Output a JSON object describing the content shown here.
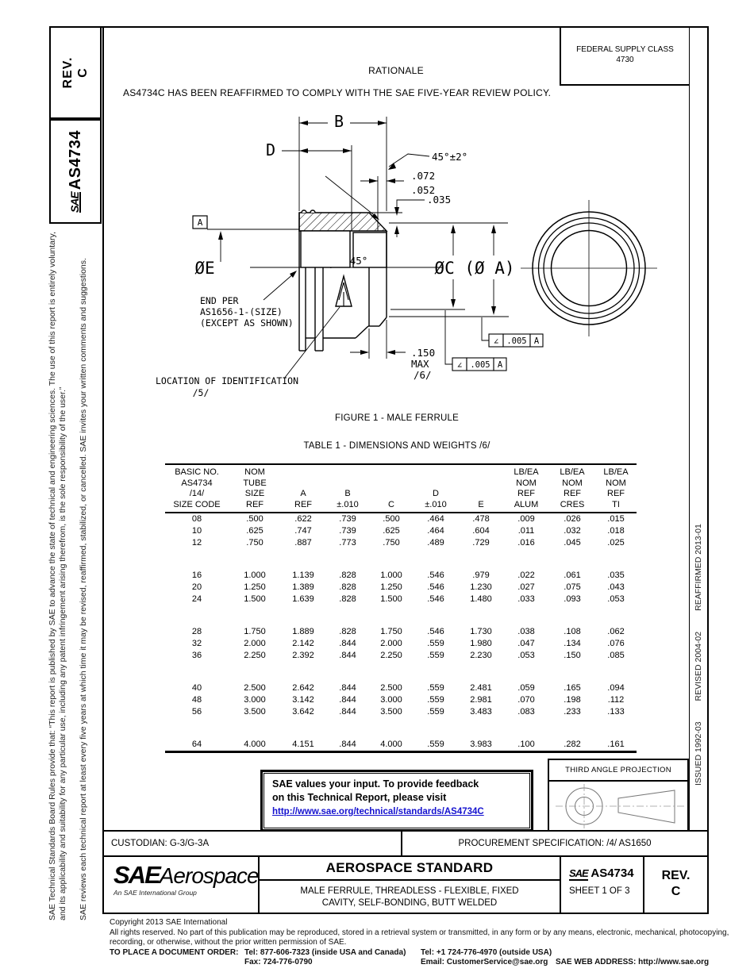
{
  "margins": {
    "rev_box": {
      "line1": "REV.",
      "line2": "C"
    },
    "doc_box": {
      "sae": "SAE",
      "number": "AS4734"
    },
    "sidebar": {
      "p1": "SAE Technical Standards Board Rules provide that: “This report is published by SAE to advance the state of technical and engineering sciences. The use of this report is entirely voluntary, and its applicability and suitability for any particular use, including any patent infringement arising therefrom, is the sole responsibility of the user.”",
      "p2": "SAE reviews each technical report at least every five years at which time it may be revised, reaffirmed, stabilized, or cancelled. SAE invites your written comments and suggestions."
    },
    "dates": {
      "issued": "ISSUED 1992-03",
      "revised": "REVISED 2004-02",
      "reaffirmed": "REAFFIRMED 2013-01"
    }
  },
  "header": {
    "fsc_label": "FEDERAL SUPPLY CLASS",
    "fsc_value": "4730",
    "rationale_title": "RATIONALE",
    "rationale_text": "AS4734C HAS BEEN REAFFIRMED TO COMPLY WITH THE SAE FIVE-YEAR REVIEW POLICY."
  },
  "drawing": {
    "figure_caption": "FIGURE 1 - MALE FERRULE",
    "dim_b": "B",
    "dim_d": "D",
    "angle_tol": "45°±2°",
    "dim_072": ".072",
    "dim_052": ".052",
    "dim_035": ".035",
    "datum_a": "A",
    "dia_e": "ØE",
    "dia_c": "ØC (Ø A)",
    "angle_45": "45°",
    "end_per_1": "END PER",
    "end_per_2": "AS1656-1-(SIZE)",
    "end_per_3": "(EXCEPT AS SHOWN)",
    "loc_id": "LOCATION OF IDENTIFICATION",
    "loc_id_note": "/5/",
    "dim_150": ".150",
    "dim_150_max": "MAX",
    "dim_150_note": "/6/",
    "fcf_symbol": "∠",
    "fcf_value": ".005",
    "fcf_datum": "A"
  },
  "table": {
    "caption": "TABLE 1 - DIMENSIONS AND WEIGHTS /6/",
    "headers": [
      "BASIC NO.\nAS4734\n/14/\nSIZE CODE",
      "NOM\nTUBE\nSIZE\nREF",
      "A\nREF",
      "B\n±.010",
      "C",
      "D\n±.010",
      "E",
      "LB/EA\nNOM\nREF\nALUM",
      "LB/EA\nNOM\nREF\nCRES",
      "LB/EA\nNOM\nREF\nTI"
    ],
    "groups": [
      [
        [
          "08",
          ".500",
          ".622",
          ".739",
          ".500",
          ".464",
          ".478",
          ".009",
          ".026",
          ".015"
        ],
        [
          "10",
          ".625",
          ".747",
          ".739",
          ".625",
          ".464",
          ".604",
          ".011",
          ".032",
          ".018"
        ],
        [
          "12",
          ".750",
          ".887",
          ".773",
          ".750",
          ".489",
          ".729",
          ".016",
          ".045",
          ".025"
        ]
      ],
      [
        [
          "16",
          "1.000",
          "1.139",
          ".828",
          "1.000",
          ".546",
          ".979",
          ".022",
          ".061",
          ".035"
        ],
        [
          "20",
          "1.250",
          "1.389",
          ".828",
          "1.250",
          ".546",
          "1.230",
          ".027",
          ".075",
          ".043"
        ],
        [
          "24",
          "1.500",
          "1.639",
          ".828",
          "1.500",
          ".546",
          "1.480",
          ".033",
          ".093",
          ".053"
        ]
      ],
      [
        [
          "28",
          "1.750",
          "1.889",
          ".828",
          "1.750",
          ".546",
          "1.730",
          ".038",
          ".108",
          ".062"
        ],
        [
          "32",
          "2.000",
          "2.142",
          ".844",
          "2.000",
          ".559",
          "1.980",
          ".047",
          ".134",
          ".076"
        ],
        [
          "36",
          "2.250",
          "2.392",
          ".844",
          "2.250",
          ".559",
          "2.230",
          ".053",
          ".150",
          ".085"
        ]
      ],
      [
        [
          "40",
          "2.500",
          "2.642",
          ".844",
          "2.500",
          ".559",
          "2.481",
          ".059",
          ".165",
          ".094"
        ],
        [
          "48",
          "3.000",
          "3.142",
          ".844",
          "3.000",
          ".559",
          "2.981",
          ".070",
          ".198",
          ".112"
        ],
        [
          "56",
          "3.500",
          "3.642",
          ".844",
          "3.500",
          ".559",
          "3.483",
          ".083",
          ".233",
          ".133"
        ]
      ],
      [
        [
          "64",
          "4.000",
          "4.151",
          ".844",
          "4.000",
          ".559",
          "3.983",
          ".100",
          ".282",
          ".161"
        ]
      ]
    ]
  },
  "feedback": {
    "line1": "SAE values your input. To provide feedback",
    "line2": "on this Technical Report, please visit",
    "link": "http://www.sae.org/technical/standards/AS4734C",
    "link_color": "#1512cf"
  },
  "projection": {
    "title": "THIRD ANGLE PROJECTION"
  },
  "info_row": {
    "custodian": "CUSTODIAN: G-3/G-3A",
    "procurement": "PROCUREMENT SPECIFICATION: /4/ AS1650"
  },
  "title_block": {
    "logo_sae": "SAE",
    "logo_word": "Aerospace",
    "logo_sub": "An SAE International Group",
    "standard": "AEROSPACE STANDARD",
    "title_line1": "MALE FERRULE, THREADLESS - FLEXIBLE, FIXED",
    "title_line2": "CAVITY, SELF-BONDING, BUTT WELDED",
    "doc_sae": "SAE",
    "doc_number": "AS4734",
    "sheet": "SHEET 1 OF 3",
    "rev_label": "REV.",
    "rev_value": "C"
  },
  "footer": {
    "copyright": "Copyright 2013 SAE International",
    "rights1": "All rights reserved. No part of this publication may be reproduced, stored in a retrieval system or transmitted, in any form or by any means, electronic, mechanical, photocopying,",
    "rights2": "recording, or otherwise, without the prior written permission of SAE.",
    "order_label": "TO PLACE A DOCUMENT ORDER:",
    "tel_inside": "Tel: 877-606-7323 (inside USA and Canada)",
    "tel_outside": "Tel: +1 724-776-4970 (outside USA)",
    "fax": "Fax: 724-776-0790",
    "email": "Email: CustomerService@sae.org",
    "web": "SAE WEB ADDRESS: http://www.sae.org"
  }
}
